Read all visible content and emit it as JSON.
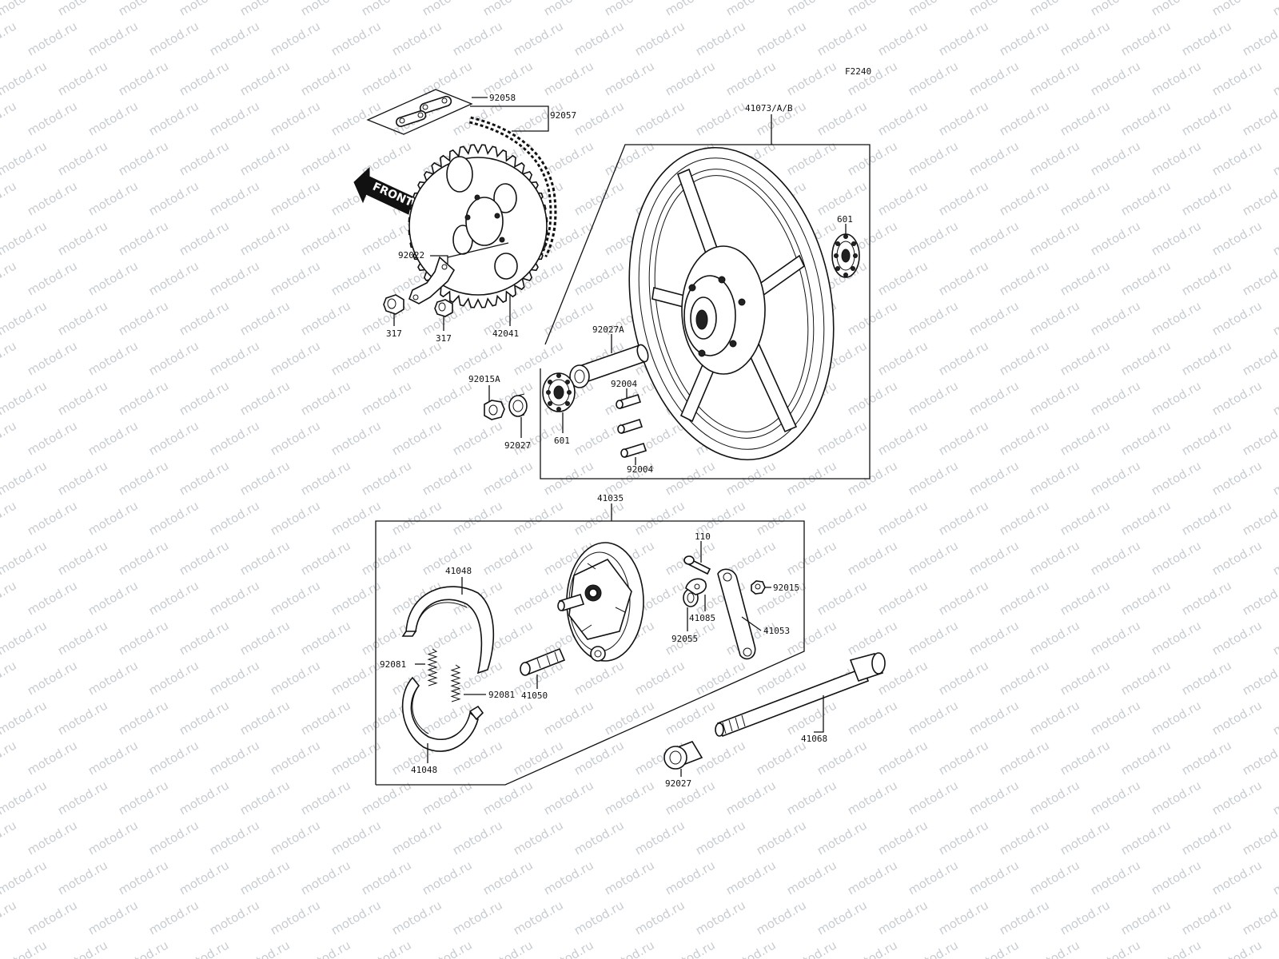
{
  "figure_code": "F2240",
  "front_marker": "FRONT",
  "watermark": "motod.ru",
  "colors": {
    "ink": "#111111",
    "paper": "#ffffff",
    "watermark": "#9aa3ad"
  },
  "labels": {
    "p92058": "92058",
    "p92057": "92057",
    "p41073": "41073/A/B",
    "p601_top": "601",
    "p92022": "92022",
    "p317_a": "317",
    "p317_b": "317",
    "p42041": "42041",
    "p92027A": "92027A",
    "p92015A": "92015A",
    "p92004_top": "92004",
    "p92027_top": "92027",
    "p601_bottom": "601",
    "p92004_bottom": "92004",
    "p41035": "41035",
    "p110": "110",
    "p41048_top": "41048",
    "p92015": "92015",
    "p41085": "41085",
    "p41053": "41053",
    "p92055": "92055",
    "p92081_left": "92081",
    "p92081_right": "92081",
    "p41050": "41050",
    "p41068": "41068",
    "p41048_bottom": "41048",
    "p92027_bottom": "92027"
  }
}
